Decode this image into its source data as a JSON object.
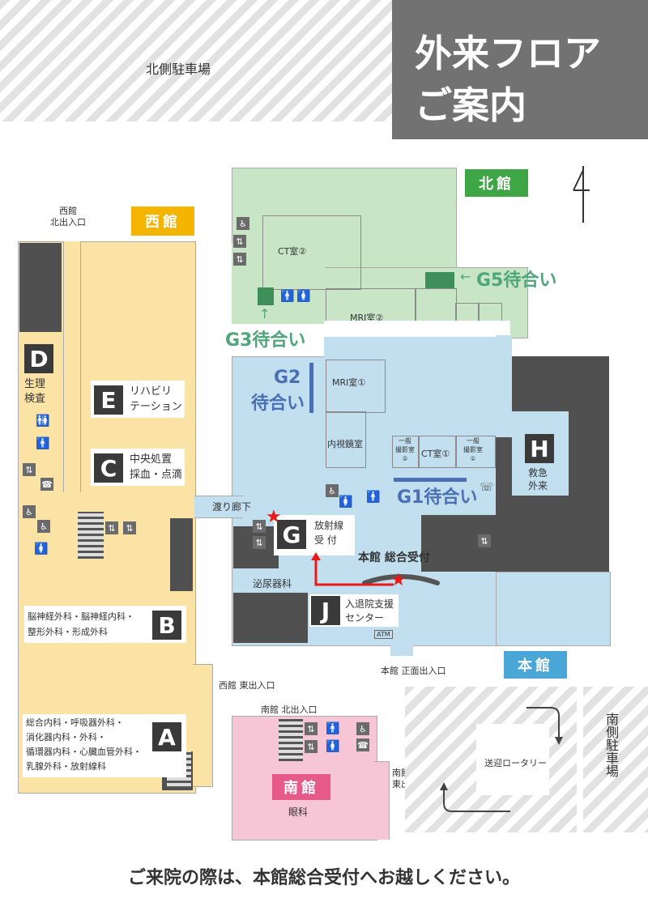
{
  "title": {
    "line1": "外来フロア",
    "line2": "ご案内"
  },
  "parking": {
    "north": "北側駐車場",
    "south": "南側駐車場"
  },
  "buildings": {
    "west": "西館",
    "north": "北館",
    "main": "本館",
    "south": "南館"
  },
  "entrances": {
    "west_north": "西館\n北出入口",
    "west_east": "西館 東出入口",
    "main_front": "本館 正面出入口",
    "south_north": "南館 北出入口",
    "south_east": "南館\n東出入口"
  },
  "waiting": {
    "g1": "G1待合い",
    "g2_line1": "G2",
    "g2_line2": "待合い",
    "g3": "G3待合い",
    "g5": "G5待合い"
  },
  "rooms": {
    "ct2": "CT室②",
    "mri2": "MRI室②",
    "mri1": "MRI室①",
    "endoscopy": "内視鏡室",
    "ct1": "CT室①",
    "xray2": "一般\n撮影室\n②",
    "xray1": "一般\n撮影室\n①",
    "corridor": "渡り廊下",
    "urology": "泌尿器科",
    "reception": "本館 総合受付",
    "rotary": "送迎ロータリー",
    "ophthalmology": "眼科",
    "atm": "ATM"
  },
  "departments": {
    "d": {
      "letter": "D",
      "text": "生理\n検査"
    },
    "e": {
      "letter": "E",
      "text": "リハビリ\nテーション"
    },
    "c": {
      "letter": "C",
      "text": "中央処置\n採血・点滴"
    },
    "b": {
      "letter": "B",
      "text": "脳神経外科・脳神経内科・\n整形外科・形成外科"
    },
    "a": {
      "letter": "A",
      "text": "総合内科・呼吸器外科・\n消化器内科・外科・\n循環器内科・心臓血管外科・\n乳腺外科・放射線科"
    },
    "g": {
      "letter": "G",
      "text": "放射線\n受 付"
    },
    "j": {
      "letter": "J",
      "text": "入退院支援\nセンター"
    },
    "h": {
      "letter": "H",
      "text": "救急\n外来"
    }
  },
  "footer": "ご来院の際は、本館総合受付へお越しください。",
  "colors": {
    "west": "#fbe3a6",
    "north": "#c8e6c6",
    "main": "#c2dff0",
    "south": "#f6c6d6",
    "west_tag": "#f5b400",
    "north_tag": "#3fa646",
    "main_tag": "#4aa6d6",
    "south_tag": "#e65a8a",
    "g_blue": "#4a6fb5",
    "g_green": "#4ea67a",
    "star": "#e81919"
  },
  "icons": [
    "wheelchair-icon",
    "restroom-icon",
    "elevator-icon",
    "stairs-icon",
    "phone-icon",
    "compass-icon",
    "star-icon",
    "arrow-icon"
  ]
}
